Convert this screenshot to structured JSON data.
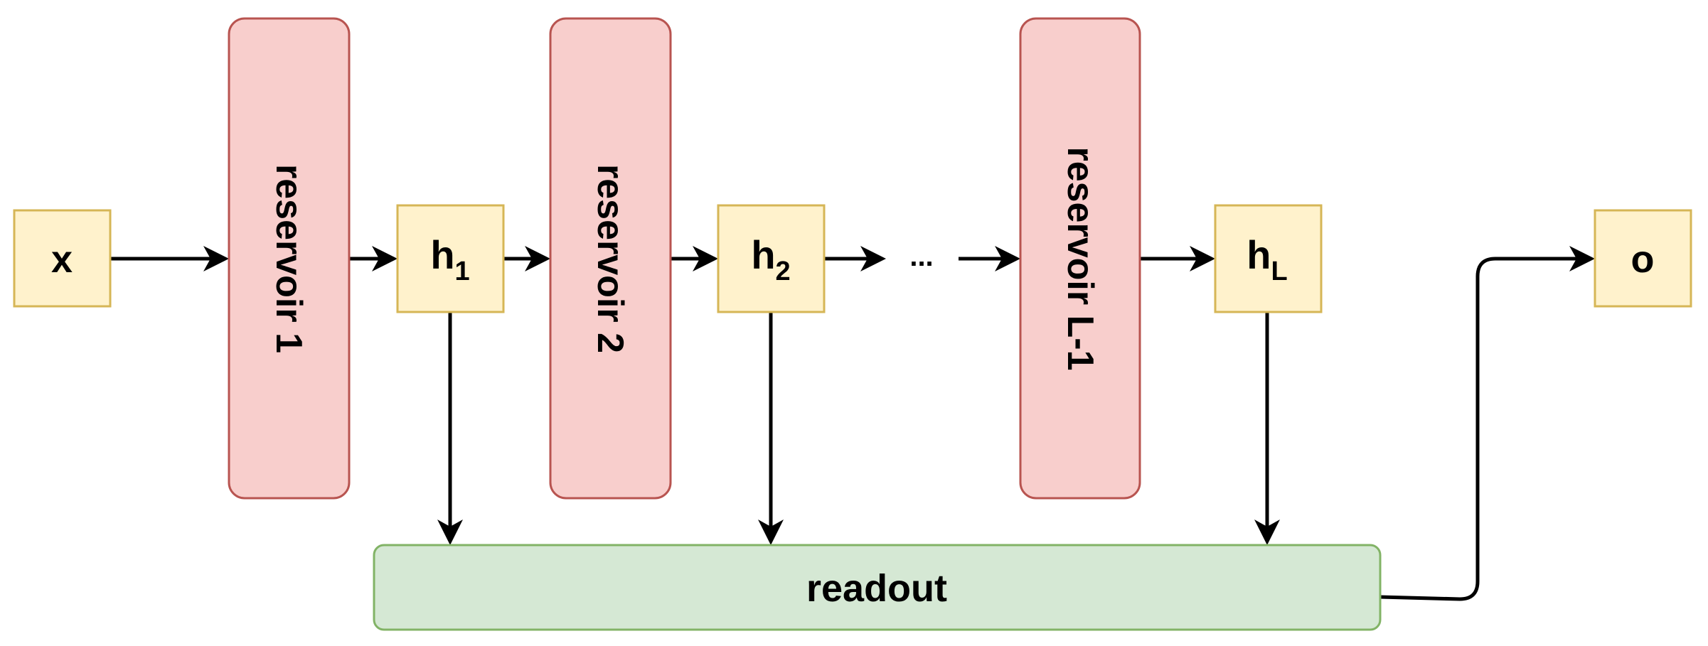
{
  "nodes": {
    "input": {
      "label": "x"
    },
    "reservoirs": [
      {
        "label": "reservoir 1"
      },
      {
        "label": "reservoir 2"
      },
      {
        "label": "reservoir L-1"
      }
    ],
    "hidden": [
      {
        "label": "h",
        "sub": "1"
      },
      {
        "label": "h",
        "sub": "2"
      },
      {
        "label": "h",
        "sub": "L"
      }
    ],
    "ellipsis": {
      "label": "..."
    },
    "readout": {
      "label": "readout"
    },
    "output": {
      "label": "o"
    }
  },
  "colors": {
    "io_fill": "#fff2cc",
    "io_stroke": "#d6b656",
    "reservoir_fill": "#f8cecc",
    "reservoir_stroke": "#b85450",
    "readout_fill": "#d5e8d4",
    "readout_stroke": "#82b366",
    "edge": "#000000"
  }
}
